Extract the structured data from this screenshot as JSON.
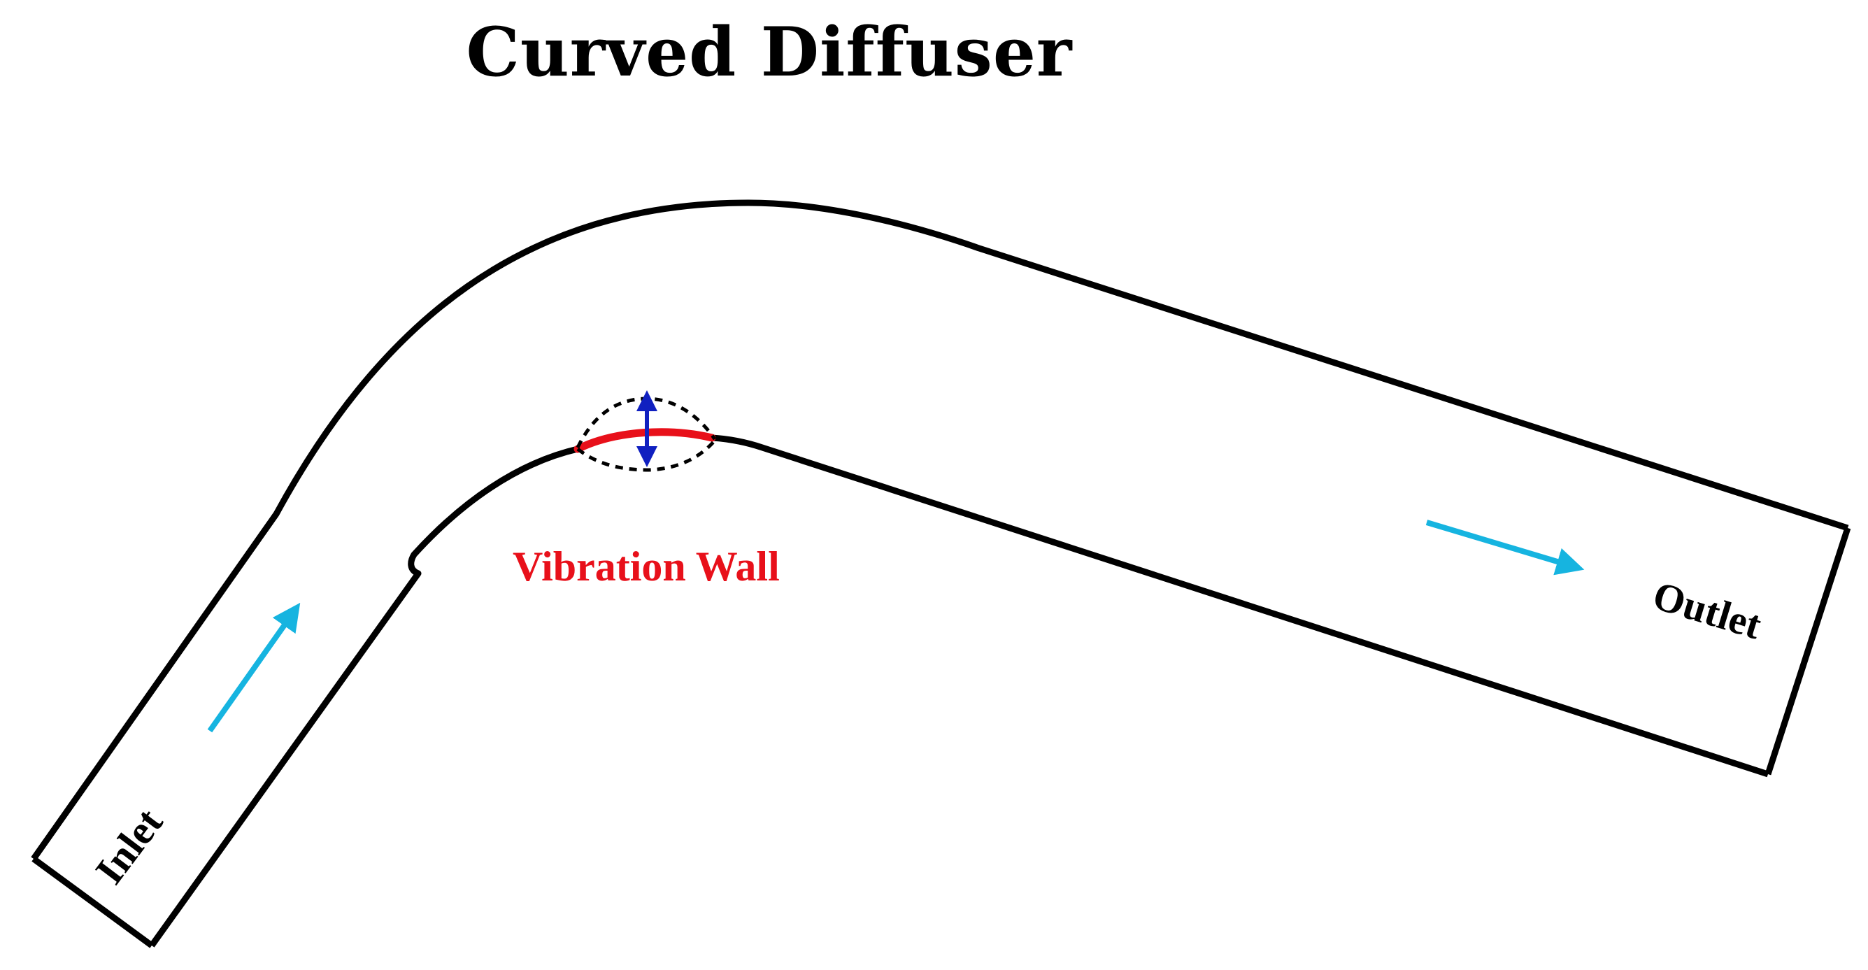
{
  "title": "Curved Diffuser",
  "labels": {
    "vibration_wall": "Vibration Wall",
    "inlet": "Inlet",
    "outlet": "Outlet"
  },
  "colors": {
    "wall": "#000000",
    "vibration_wall": "#e8101a",
    "vibration_arrow": "#1020c0",
    "flow_arrow": "#16b4e0",
    "label_red": "#e8101a"
  },
  "icons": {
    "flow_arrow": "arrow-right-icon",
    "vibration_arrow": "double-arrow-vertical-icon"
  }
}
